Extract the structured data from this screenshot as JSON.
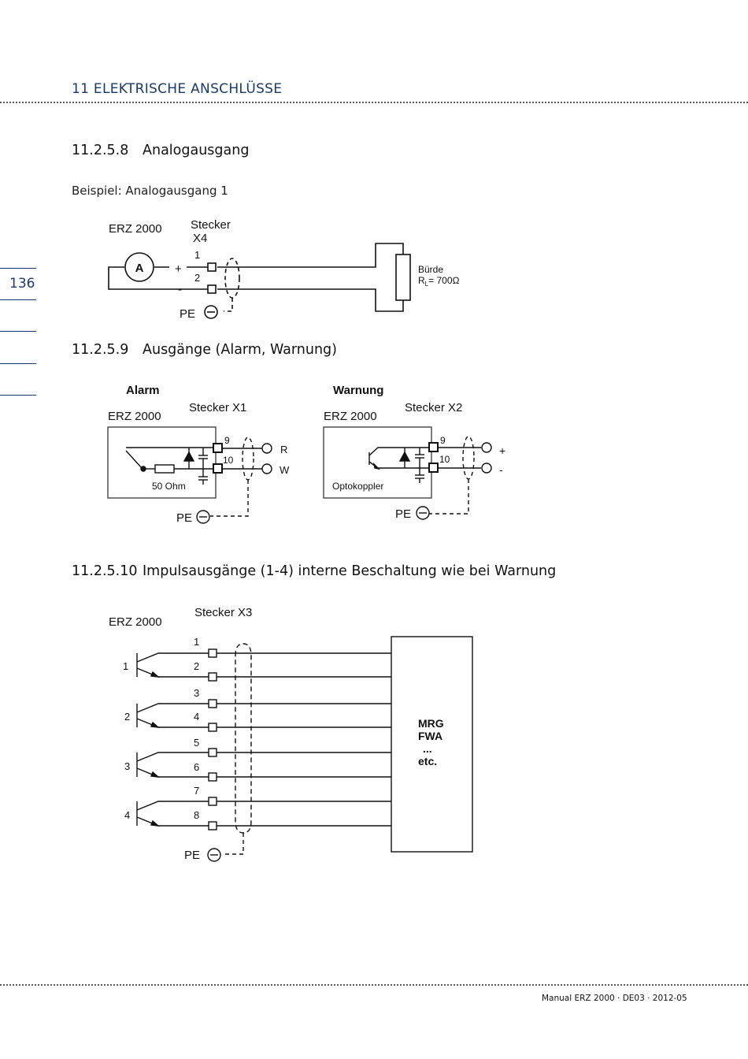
{
  "header": {
    "chapter": "11  ELEKTRISCHE ANSCHLÜSSE"
  },
  "margin": {
    "page_number": "136"
  },
  "sections": [
    {
      "number": "11.2.5.8",
      "title": "Analogausgang"
    },
    {
      "number": "11.2.5.9",
      "title": "Ausgänge (Alarm, Warnung)"
    },
    {
      "number": "11.2.5.10",
      "title": "Impulsausgänge (1-4) interne Beschaltung wie bei Warnung"
    }
  ],
  "caption": "Beispiel: Analogausgang 1",
  "diagram1": {
    "device": "ERZ 2000",
    "connector_line1": "Stecker",
    "connector_line2": "X4",
    "meter": "A",
    "plus": "+",
    "minus": "-",
    "pin1": "1",
    "pin2": "2",
    "pe": "PE",
    "load_label": "Bürde",
    "load_r": "R",
    "load_sub": "L",
    "load_value": "= 700",
    "ohm": "Ω"
  },
  "diagram2": {
    "alarm": {
      "title": "Alarm",
      "device": "ERZ 2000",
      "connector": "Stecker  X1",
      "pin9": "9",
      "pin10": "10",
      "resistor": "50 Ohm",
      "term1": "R",
      "term2": "W",
      "pe": "PE"
    },
    "warning": {
      "title": "Warnung",
      "device": "ERZ 2000",
      "connector": "Stecker  X2",
      "pin9": "9",
      "pin10": "10",
      "component": "Optokoppler",
      "term1": "+",
      "term2": "-",
      "pe": "PE"
    }
  },
  "diagram3": {
    "device": "ERZ 2000",
    "connector": "Stecker  X3",
    "outputs": [
      "1",
      "2",
      "3",
      "4"
    ],
    "pins": [
      "1",
      "2",
      "3",
      "4",
      "5",
      "6",
      "7",
      "8"
    ],
    "box_lines": [
      "MRG",
      "FWA",
      "...",
      "etc."
    ],
    "pe": "PE"
  },
  "footer": {
    "text": "Manual ERZ 2000  ·  DE03  ·  2012-05"
  }
}
